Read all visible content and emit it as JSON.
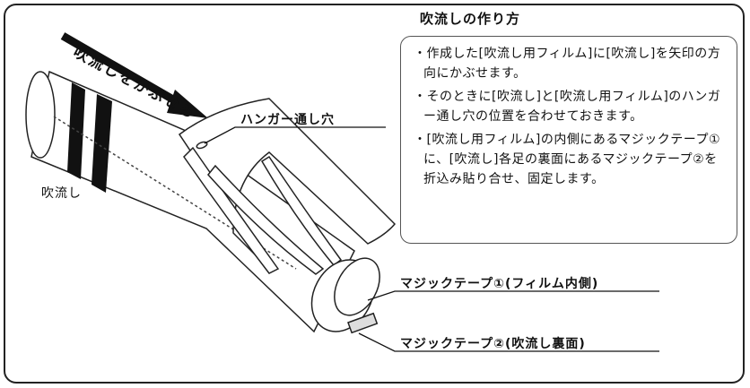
{
  "title": "吹流しの作り方",
  "instructions": [
    "・作成した[吹流し用フィルム]に[吹流し]を矢印の方向にかぶせます。",
    "・そのときに[吹流し]と[吹流し用フィルム]のハンガー通し穴の位置を合わせておきます。",
    "・[吹流し用フィルム]の内側にあるマジックテープ①に、[吹流し]各足の裏面にあるマジックテープ②を折込み貼り合せ、固定します。"
  ],
  "labels": {
    "arrow": "吹流しをかぶせる",
    "hanger_hole": "ハンガー通し穴",
    "windsock": "吹流し",
    "velcro1": "マジックテープ①(フィルム内側)",
    "velcro2": "マジックテープ②(吹流し裏面)"
  }
}
